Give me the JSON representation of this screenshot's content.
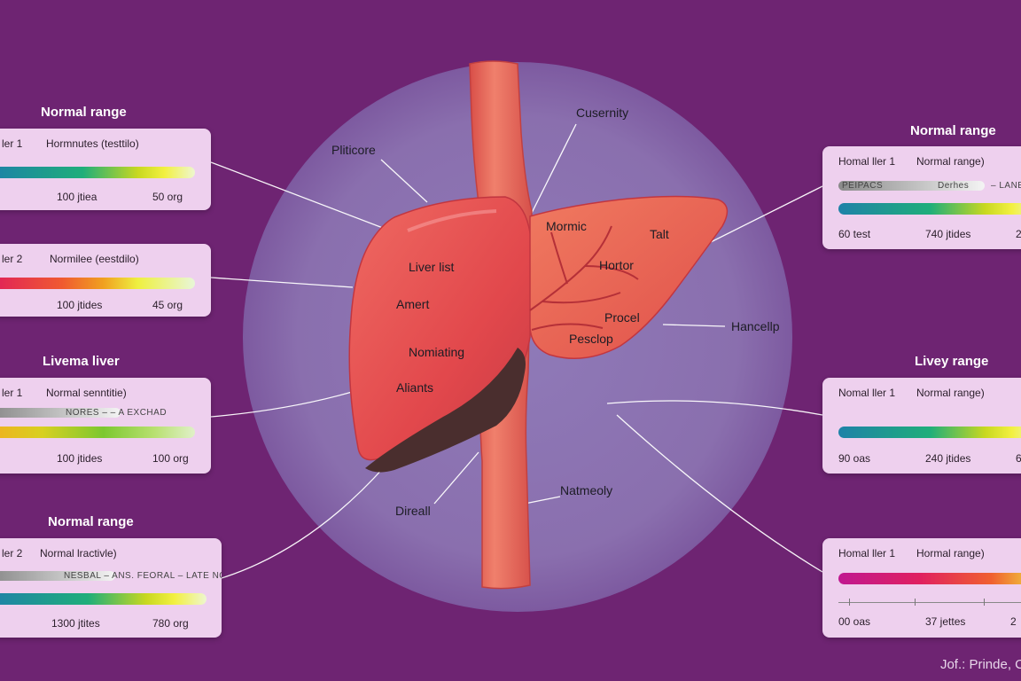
{
  "left_panels": [
    {
      "heading": "Normal range",
      "c1": "ler 1",
      "c2": "Hormnutes (testtilo)",
      "tag": "",
      "v1": "100 jtiea",
      "v2": "50 org"
    },
    {
      "heading": "",
      "c1": "ler 2",
      "c2": "Normilee (eestdilo)",
      "tag": "",
      "v1": "100 jtides",
      "v2": "45 org"
    },
    {
      "heading": "Livema liver",
      "c1": "ler 1",
      "c2": "Normal senntitie)",
      "tag": "NORES      – – A EXCHAD",
      "v1": "100 jtides",
      "v2": "100 org"
    },
    {
      "heading": "Normal range",
      "c1": "ler 2",
      "c2": "Normal lractivle)",
      "tag": "NESBAL  – ANS. FEORAL – LATE NC)",
      "v1": "1300 jtites",
      "v2": "780 org"
    }
  ],
  "right_panels": [
    {
      "heading": "Normal range",
      "c1": "Homal ller 1",
      "c2": "Normal range)",
      "tag1": "PEIPACS",
      "tag2": "Derhes",
      "tag3": "– LANED",
      "v1": "60 test",
      "v2": "740 jtides",
      "v3": "2"
    },
    {
      "heading": "Livey range",
      "c1": "Nomal ller 1",
      "c2": "Normal range)",
      "v1": "90 oas",
      "v2": "240 jtides",
      "v3": "6"
    },
    {
      "heading": "",
      "c1": "Homal ller 1",
      "c2": "Hormal range)",
      "v1": "00 oas",
      "v2": "37 jettes",
      "v3": "2"
    }
  ],
  "labels": {
    "pliticore": "Pliticore",
    "cusernity": "Cusernity",
    "mormic": "Mormic",
    "talt": "Talt",
    "hortor": "Hortor",
    "procel": "Procel",
    "pesclop": "Pesclop",
    "liver_list": "Liver list",
    "amert": "Amert",
    "nomiating": "Nomiating",
    "aliants": "Aliants",
    "hancellp": "Hancellp",
    "direall": "Direall",
    "natmeoly": "Natmeoly"
  },
  "credit": "Jof.: Prinde, C",
  "colors": {
    "background": "#6e2472",
    "circle": "#8d76b0",
    "card": "#eed0ee",
    "liver": "#e8514f",
    "vessel": "#e9695a",
    "shadow": "#4a2e2e"
  },
  "icons": [
    "liver-illustration",
    "aorta-vessel"
  ]
}
